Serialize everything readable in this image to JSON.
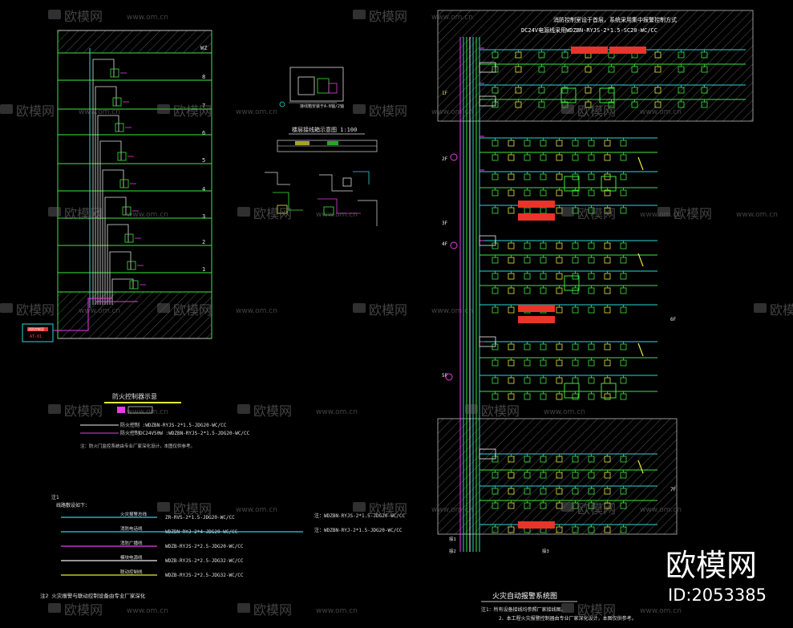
{
  "watermark": {
    "brand": "欧模网",
    "site": "www.om.cn"
  },
  "corner_badge": {
    "brand": "欧模网",
    "id": "ID:2053385"
  },
  "elevation": {
    "floor_labels": [
      "WZ",
      "8",
      "7",
      "6",
      "5",
      "4",
      "3",
      "2",
      "1"
    ],
    "box_label_1": "消防控制室",
    "box_label_2": "AT-01"
  },
  "detail": {
    "scale_title": "楼层接线箱示意图 1:100",
    "note": "接线箱安装于A-B轴/2轴"
  },
  "legend": {
    "title": "防火控制器示意",
    "lines": [
      "防火控制 :WDZBN-RYJS-2*1.5-JDG20-WC/CC",
      "防火控制DC24V50W :WDZBN-RYJS-2*1.5-JDG20-WC/CC"
    ],
    "remark": "注：防火门监控系统由专业厂家深化设计，本图仅供参考。"
  },
  "notes": {
    "title": "注1",
    "subtitle": "线路敷设如下：",
    "cables": [
      {
        "label": "火灾报警总线",
        "spec": "ZR-RVS-2*1.5-JDG20-WC/CC",
        "color": "#2ad7d7"
      },
      {
        "label": "消防电话线",
        "spec": "WDZBN-RYJ-2*4-JDG20-WC/CC",
        "color": "#2ad7d7"
      },
      {
        "label": "消防广播线",
        "spec": "WDZB-RYJS-2*2.5-JDG20-WC/CC",
        "color": "#e83ce8"
      },
      {
        "label": "模块电源线",
        "spec": "WDZB-RYJS-2*2.5-JDG32-WC/CC",
        "color": "#f0f0f0"
      },
      {
        "label": "联动控制线",
        "spec": "WDZB-RYJS-2*2.5-JDG32-WC/CC",
        "color": "#e8e83c"
      }
    ],
    "right_specs": [
      "注：WDZBN-RYJS-2*1.5-JDG20-WC/CC",
      "注：WDZBN-RYJ-2*1.5-JDG20-WC/CC"
    ],
    "footer": "注2 火灾报警与联动控制设备由专业厂家深化"
  },
  "system": {
    "top_note_1": "消防控制室设于首层，系统采用集中报警控制方式",
    "top_note_2": "DC24V电源线采用WDZBN-RYJS-2*1.5-SC20-WC/CC",
    "floor_tags": [
      "1F",
      "2F",
      "3F",
      "4F",
      "5F",
      "6F",
      "7F"
    ],
    "title": "火灾自动报警系统图",
    "notes": [
      "注1：所有设备接线均参照厂家接线图。",
      "2、本工程火灾报警控制器由专业厂家深化设计，本图仅供参考。"
    ],
    "side_labels": [
      "接1",
      "接2",
      "接3"
    ]
  }
}
